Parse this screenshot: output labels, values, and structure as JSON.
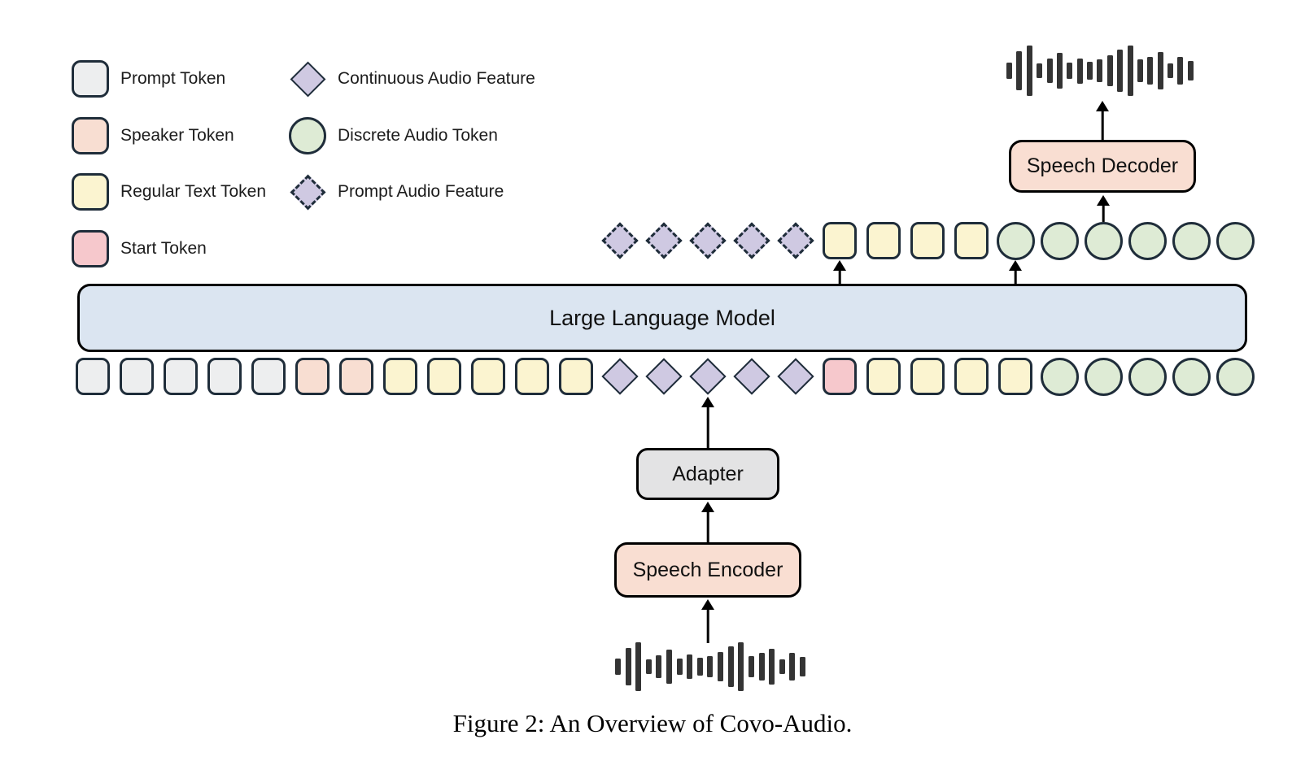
{
  "figure": {
    "caption": "Figure 2: An Overview of Covo-Audio."
  },
  "colors": {
    "prompt_token": "#EDEEEF",
    "speaker_token": "#F8DED2",
    "regular_text_token": "#FBF4D0",
    "start_token": "#F6C8CC",
    "audio_feature": "#CFC9E2",
    "discrete_audio_token": "#DEEBD5",
    "llm_box": "#DBE5F1",
    "adapter_box": "#E3E3E4",
    "speech_box": "#F9DED2",
    "token_border": "#1F2D3A",
    "waveform": "#343434"
  },
  "legend": {
    "items": [
      {
        "label": "Prompt Token",
        "shape": "square",
        "color_key": "prompt_token",
        "column": 1,
        "row": 0
      },
      {
        "label": "Speaker Token",
        "shape": "square",
        "color_key": "speaker_token",
        "column": 1,
        "row": 1
      },
      {
        "label": "Regular Text Token",
        "shape": "square",
        "color_key": "regular_text_token",
        "column": 1,
        "row": 2
      },
      {
        "label": "Start Token",
        "shape": "square",
        "color_key": "start_token",
        "column": 1,
        "row": 3
      },
      {
        "label": "Continuous Audio Feature",
        "shape": "diamond",
        "color_key": "audio_feature",
        "column": 2,
        "row": 0
      },
      {
        "label": "Discrete Audio Token",
        "shape": "circle",
        "color_key": "discrete_audio_token",
        "column": 2,
        "row": 1
      },
      {
        "label": "Prompt Audio Feature",
        "shape": "diamond-dashed",
        "color_key": "audio_feature",
        "column": 2,
        "row": 2
      }
    ]
  },
  "boxes": {
    "llm": {
      "label": "Large Language Model"
    },
    "adapter": {
      "label": "Adapter"
    },
    "speech_encoder": {
      "label": "Speech Encoder"
    },
    "speech_decoder": {
      "label": "Speech Decoder"
    }
  },
  "token_rows": {
    "output_row": [
      {
        "name": "prompt-audio-feature",
        "shape": "diamond-dashed",
        "color_key": "audio_feature",
        "count": 5
      },
      {
        "name": "regular-text-token",
        "shape": "square",
        "color_key": "regular_text_token",
        "count": 4
      },
      {
        "name": "discrete-audio-token",
        "shape": "circle",
        "color_key": "discrete_audio_token",
        "count": 6
      }
    ],
    "input_row": [
      {
        "name": "prompt-token",
        "shape": "square",
        "color_key": "prompt_token",
        "count": 5
      },
      {
        "name": "speaker-token",
        "shape": "square",
        "color_key": "speaker_token",
        "count": 2
      },
      {
        "name": "regular-text-token",
        "shape": "square",
        "color_key": "regular_text_token",
        "count": 5
      },
      {
        "name": "continuous-audio-feature",
        "shape": "diamond",
        "color_key": "audio_feature",
        "count": 5
      },
      {
        "name": "start-token",
        "shape": "square",
        "color_key": "start_token",
        "count": 1
      },
      {
        "name": "regular-text-token",
        "shape": "square",
        "color_key": "regular_text_token",
        "count": 4
      },
      {
        "name": "discrete-audio-token",
        "shape": "circle",
        "color_key": "discrete_audio_token",
        "count": 5
      }
    ]
  },
  "waveform_bars": [
    33,
    78,
    100,
    30,
    48,
    70,
    32,
    50,
    36,
    44,
    60,
    84,
    100,
    44,
    56,
    74,
    30,
    56,
    40
  ]
}
